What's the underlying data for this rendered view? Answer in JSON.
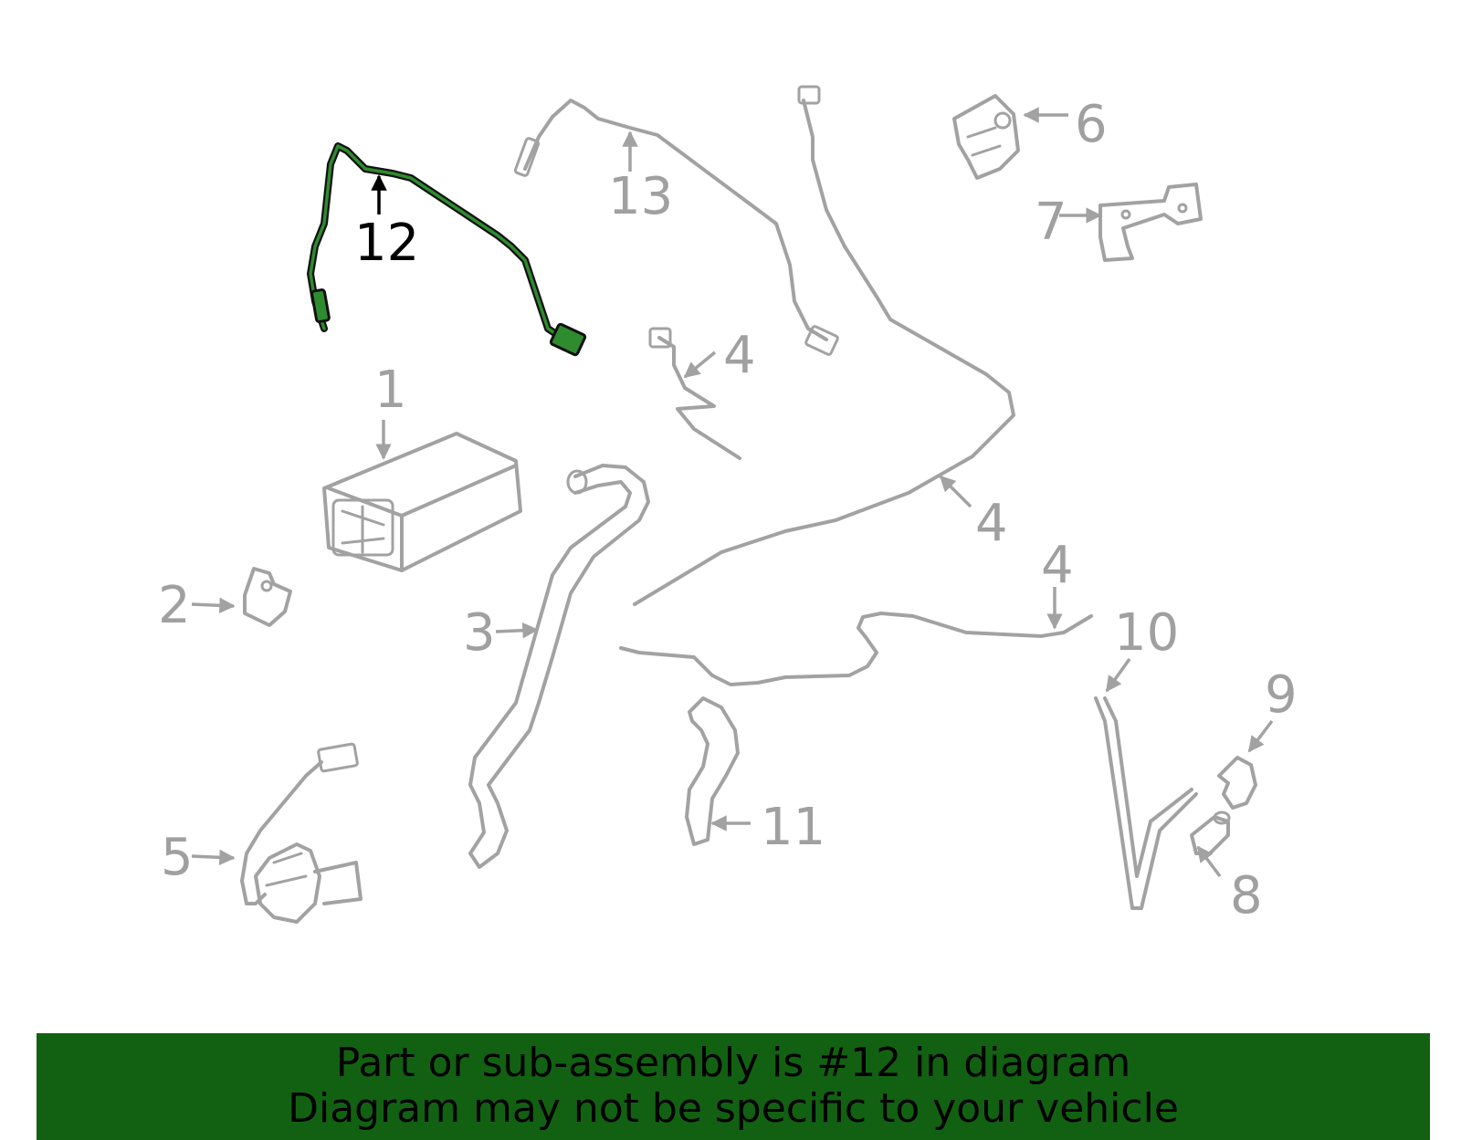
{
  "diagram": {
    "highlighted_part": "12",
    "callouts": [
      "1",
      "2",
      "3",
      "4",
      "4",
      "4",
      "5",
      "6",
      "7",
      "8",
      "9",
      "10",
      "11",
      "12",
      "13"
    ]
  },
  "banner": {
    "line1": "Part or sub-assembly is #12 in diagram",
    "line2": "Diagram may not be specific to your vehicle",
    "background": "#126112"
  },
  "colors": {
    "part_stroke": "#a2a2a2",
    "highlight_fill": "#2e8b2e",
    "highlight_outline": "#111111"
  }
}
